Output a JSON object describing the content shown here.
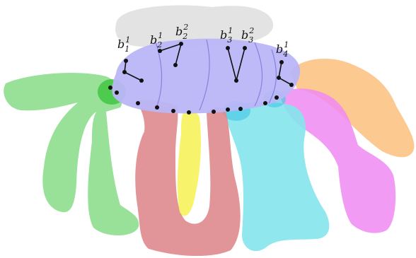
{
  "colors": {
    "disk": "#b9b6f7",
    "blob_top": "#d9d9d9",
    "blob_green": "#7fd97f",
    "blob_green_dark": "#2ec02e",
    "blob_red": "#df8a8e",
    "blob_yellow": "#f6f35c",
    "blob_cyan": "#84e6ec",
    "blob_cyan_dark": "#4fc9e6",
    "blob_magenta": "#f08af2",
    "blob_orange": "#fbc07c",
    "ink": "#111111"
  },
  "labels": [
    {
      "id": "b1",
      "base": "b",
      "sub": "1",
      "sup": "1"
    },
    {
      "id": "b2",
      "base": "b",
      "sub": "2",
      "sup": "1"
    },
    {
      "id": "b2b",
      "base": "b",
      "sub": "2",
      "sup": "2"
    },
    {
      "id": "b3",
      "base": "b",
      "sub": "3",
      "sup": "1"
    },
    {
      "id": "b3b",
      "base": "b",
      "sub": "3",
      "sup": "2"
    },
    {
      "id": "b4",
      "base": "b",
      "sub": "4",
      "sup": "1"
    }
  ]
}
